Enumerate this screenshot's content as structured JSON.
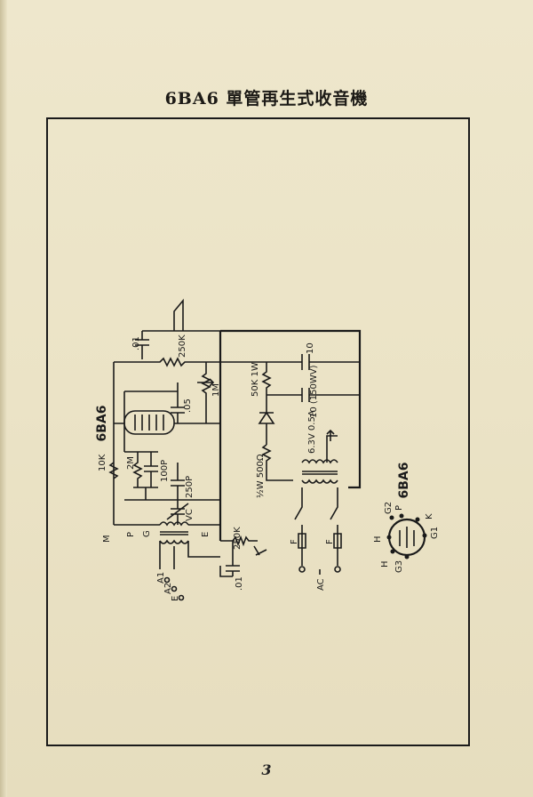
{
  "title": "6BA6 單管再生式收音機",
  "page_number": "3",
  "diagram": {
    "tube_label_main": "6BA6",
    "tube_label_pinout": "6BA6",
    "components": {
      "c_01_top": ".01",
      "r_250k_top": "250K",
      "r_1m_pot": "1M",
      "c_05": ".05",
      "r_10k": "10K",
      "r_2m": "2M",
      "c_100p": "100P",
      "c_250p": "250P",
      "vc": "VC",
      "r_50k_1w": "50K 1W",
      "c_10_top": "10",
      "c_10_150wv": "10 (150WV)",
      "transformer_63v": "6.3V 0.5A",
      "r_500": "½W 500Ω",
      "r_250k_bottom": "250K",
      "c_01_bottom": ".01"
    },
    "terminals": {
      "m": "M",
      "p": "P",
      "g": "G",
      "e": "E",
      "a1": "A1",
      "a2": "A2",
      "e_ant": "E",
      "f_left": "F",
      "f_right": "F",
      "ac": "AC"
    },
    "pins": {
      "g2": "G2",
      "p": "P",
      "k": "K",
      "g1": "G1",
      "h_top": "H",
      "h_bottom": "H",
      "g3": "G3"
    }
  }
}
